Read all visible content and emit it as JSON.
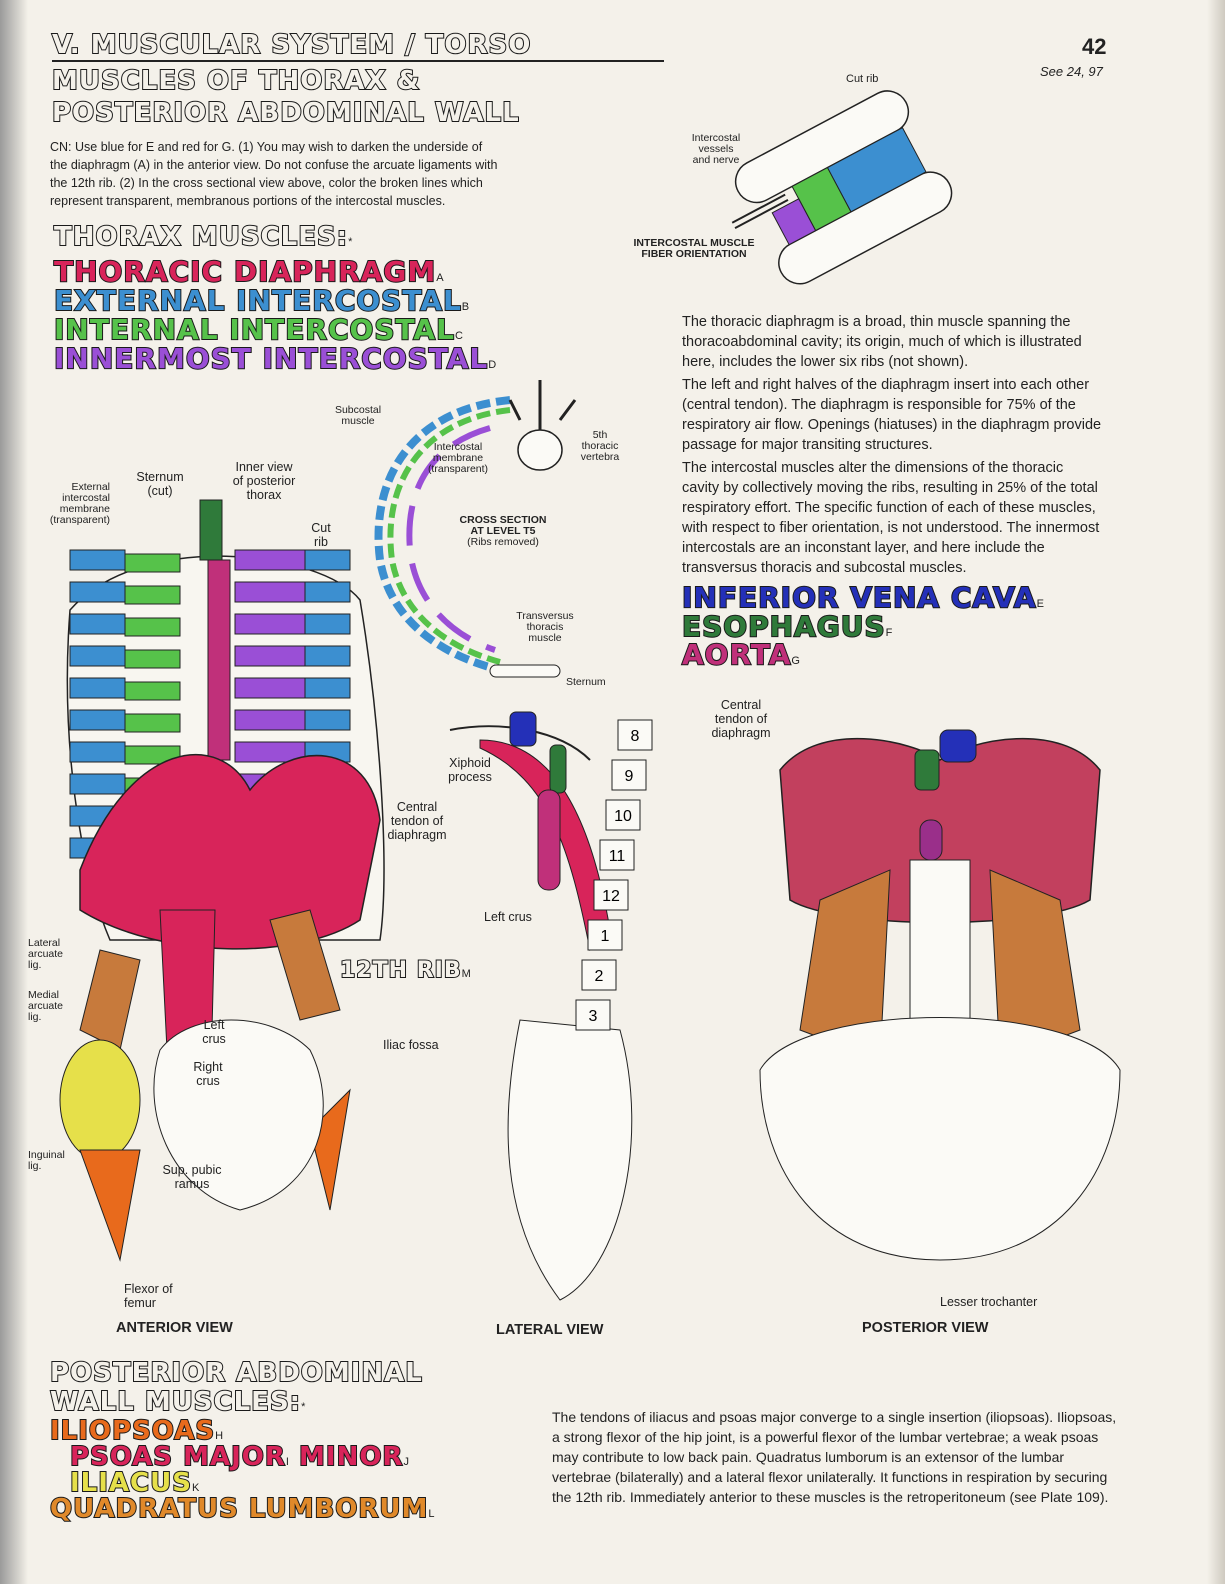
{
  "header": {
    "section": "V. MUSCULAR SYSTEM / TORSO",
    "title_line1": "MUSCLES OF THORAX &",
    "title_line2": "POSTERIOR ABDOMINAL WALL",
    "page_number": "42",
    "see_also": "See 24, 97"
  },
  "coloring_notes": {
    "line1": "CN: Use blue for E and red for G. (1) You may wish to darken the underside of",
    "line2": "the diaphragm (A) in the anterior view. Do not confuse the arcuate ligaments with",
    "line3": "the 12th rib. (2) In the cross sectional view above, color the broken lines which",
    "line4": "represent transparent, membranous portions of the intercostal muscles."
  },
  "thorax_list": {
    "heading": "THORAX MUSCLES:",
    "star": "*",
    "items": [
      {
        "name": "THORACIC DIAPHRAGM",
        "letter": "A",
        "color": "#d8245a"
      },
      {
        "name": "EXTERNAL INTERCOSTAL",
        "letter": "B",
        "color": "#3c8fd0"
      },
      {
        "name": "INTERNAL INTERCOSTAL",
        "letter": "C",
        "color": "#56c24a"
      },
      {
        "name": "INNERMOST INTERCOSTAL",
        "letter": "D",
        "color": "#9a4fd6"
      }
    ]
  },
  "vessels_list": {
    "items": [
      {
        "name": "INFERIOR VENA CAVA",
        "letter": "E",
        "color": "#2430b8"
      },
      {
        "name": "ESOPHAGUS",
        "letter": "F",
        "color": "#2f7a3a"
      },
      {
        "name": "AORTA",
        "letter": "G",
        "color": "#c0307a"
      }
    ]
  },
  "posterior_list": {
    "heading1": "POSTERIOR ABDOMINAL",
    "heading2": "WALL MUSCLES:",
    "star": "*",
    "iliopsoas": {
      "name": "ILIOPSOAS",
      "letter": "H",
      "color": "#e86a1c"
    },
    "psoas_major": {
      "name": "PSOAS MAJOR",
      "letter": "I",
      "color": "#d8245a"
    },
    "minor": {
      "name": "MINOR",
      "letter": "J",
      "color": "#d8245a"
    },
    "iliacus": {
      "name": "ILIACUS",
      "letter": "K",
      "color": "#e6e04a"
    },
    "quadratus": {
      "name": "QUADRATUS LUMBORUM",
      "letter": "L",
      "color": "#e0892a"
    }
  },
  "fiber_figure": {
    "cut_rib": "Cut rib",
    "vessels1": "Intercostal",
    "vessels2": "vessels",
    "vessels3": "and nerve",
    "title1": "INTERCOSTAL MUSCLE",
    "title2": "FIBER ORIENTATION"
  },
  "paragraphs": {
    "p1": "The thoracic diaphragm is a broad, thin muscle spanning the thoracoabdominal cavity; its origin, much of which is illustrated here, includes the lower six ribs (not shown).",
    "p2": "The left and right halves of the diaphragm insert into each other (central tendon). The diaphragm is responsible for 75% of the respiratory air flow. Openings (hiatuses) in the diaphragm provide passage for major transiting structures.",
    "p3": "The intercostal muscles alter the dimensions of the thoracic cavity by collectively moving the ribs, resulting in 25% of the total respiratory effort. The specific function of each of these muscles, with respect to fiber orientation, is not understood. The innermost intercostals are an inconstant layer, and here include the transversus thoracis and subcostal muscles.",
    "p4": "The tendons of iliacus and psoas major converge to a single insertion (iliopsoas). Iliopsoas, a strong flexor of the hip joint, is a powerful flexor of the lumbar vertebrae; a weak psoas may contribute to low back pain. Quadratus lumborum is an extensor of the lumbar vertebrae (bilaterally) and a lateral flexor unilaterally. It functions in respiration by securing the 12th rib. Immediately anterior to these muscles is the retroperitoneum (see Plate 109)."
  },
  "cross_section": {
    "subcostal1": "Subcostal",
    "subcostal2": "muscle",
    "membrane1": "Intercostal",
    "membrane2": "membrane",
    "membrane3": "(transparent)",
    "vert1": "5th",
    "vert2": "thoracic",
    "vert3": "vertebra",
    "title1": "CROSS SECTION",
    "title2": "AT LEVEL T5",
    "title3": "(Ribs removed)",
    "transversus1": "Transversus",
    "transversus2": "thoracis",
    "transversus3": "muscle",
    "sternum": "Sternum"
  },
  "anterior": {
    "ext_membrane1": "External",
    "ext_membrane2": "intercostal",
    "ext_membrane3": "membrane",
    "ext_membrane4": "(transparent)",
    "sternum1": "Sternum",
    "sternum2": "(cut)",
    "inner1": "Inner view",
    "inner2": "of posterior",
    "inner3": "thorax",
    "cut_rib1": "Cut",
    "cut_rib2": "rib",
    "central1": "Central",
    "central2": "tendon of",
    "central3": "diaphragm",
    "rib12": "12TH RIB",
    "rib12_letter": "M",
    "lateral_arcuate1": "Lateral",
    "lateral_arcuate2": "arcuate",
    "lateral_arcuate3": "lig.",
    "medial_arcuate1": "Medial",
    "medial_arcuate2": "arcuate",
    "medial_arcuate3": "lig.",
    "left_crus1": "Left",
    "left_crus2": "crus",
    "right_crus1": "Right",
    "right_crus2": "crus",
    "iliac_fossa": "Iliac fossa",
    "inguinal1": "Inguinal",
    "inguinal2": "lig.",
    "pubic1": "Sup. pubic",
    "pubic2": "ramus",
    "flexor1": "Flexor of",
    "flexor2": "femur",
    "view": "ANTERIOR VIEW"
  },
  "lateral": {
    "xiphoid1": "Xiphoid",
    "xiphoid2": "process",
    "left_crus": "Left crus",
    "view": "LATERAL VIEW",
    "vertebrae": [
      "8",
      "9",
      "10",
      "11",
      "12",
      "1",
      "2",
      "3"
    ]
  },
  "posterior": {
    "central1": "Central",
    "central2": "tendon of",
    "central3": "diaphragm",
    "lesser": "Lesser trochanter",
    "view": "POSTERIOR VIEW"
  }
}
